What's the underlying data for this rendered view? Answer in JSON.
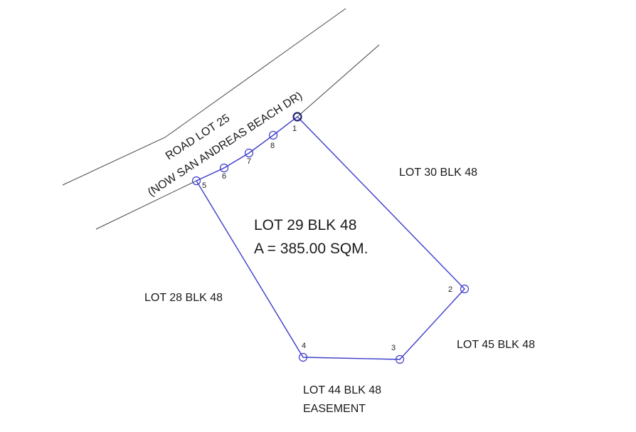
{
  "colors": {
    "boundary": "#3c3ccc",
    "road_line": "#444444",
    "text": "#1a1a1a"
  },
  "road": {
    "line1": "ROAD LOT 25",
    "line2": "(NOW SAN ANDREAS BEACH DR)"
  },
  "subject_lot": {
    "name": "LOT 29 BLK 48",
    "area": "A = 385.00 SQM."
  },
  "adjacent": {
    "lot30": "LOT 30 BLK 48",
    "lot28": "LOT 28 BLK 48",
    "lot45": "LOT 45 BLK 48",
    "lot44": "LOT 44 BLK 48",
    "easement": "EASEMENT"
  },
  "corners": [
    "1",
    "2",
    "3",
    "4",
    "5",
    "6",
    "7",
    "8"
  ]
}
